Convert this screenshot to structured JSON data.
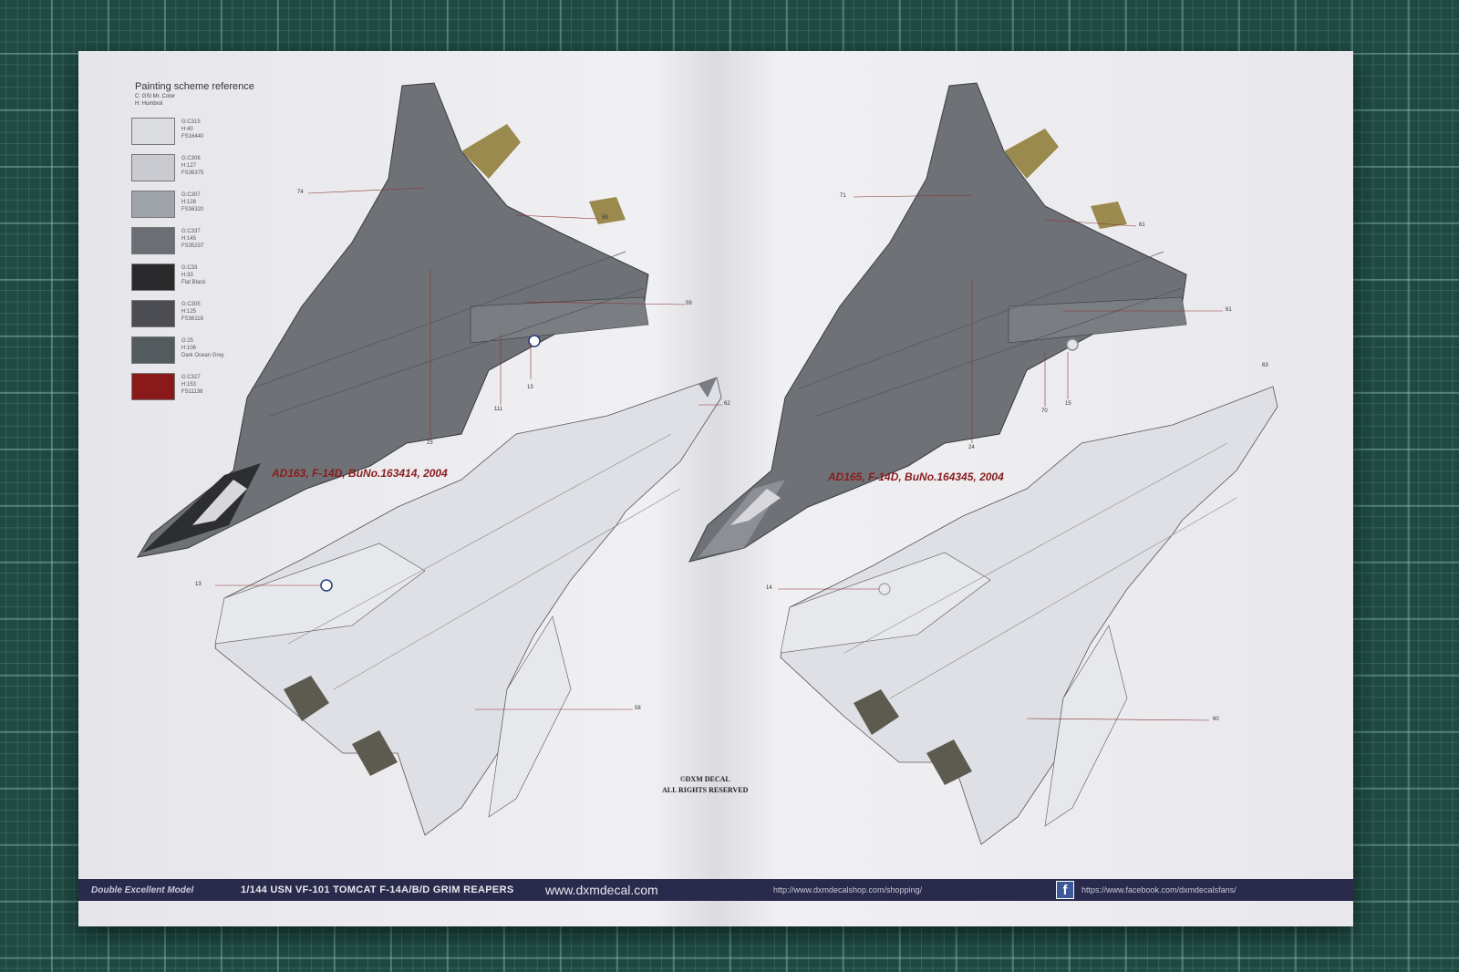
{
  "legend": {
    "title": "Painting scheme reference",
    "key_c": "C: GSI Mr. Color",
    "key_h": "H: Humbrol",
    "swatches": [
      {
        "label": "G:C315\nH:40\nFS16440",
        "color": "#dcdde0"
      },
      {
        "label": "G:C308\nH:127\nFS36375",
        "color": "#c9cbd0"
      },
      {
        "label": "G:C307\nH:128\nFS36320",
        "color": "#9fa3aa"
      },
      {
        "label": "G:C337\nH:145\nFS35237",
        "color": "#6b6e74"
      },
      {
        "label": "G:C33\nH:33\nFlat Black",
        "color": "#2a2a2c"
      },
      {
        "label": "G:C305\nH:125\nFS36118",
        "color": "#4b4d52"
      },
      {
        "label": "G:25\nH:106\nDark Ocean Grey",
        "color": "#535b5f"
      },
      {
        "label": "G:C327\nH:153\nFS11136",
        "color": "#8a1a1a"
      }
    ]
  },
  "aircraft": {
    "left_caption": "AD163, F-14D, BuNo.163414, 2004",
    "right_caption": "AD165, F-14D, BuNo.164345, 2004"
  },
  "callouts": {
    "c74": "74",
    "c59a": "59",
    "c59b": "59",
    "c13a": "13",
    "c111": "111",
    "c23": "23",
    "c62": "62",
    "c13b": "13",
    "c58": "58",
    "c71": "71",
    "c61a": "61",
    "c61b": "61",
    "c70": "70",
    "c15": "15",
    "c24": "24",
    "c63": "63",
    "c14": "14",
    "c60": "60"
  },
  "copyright": {
    "line1": "©DXM DECAL",
    "line2": "ALL RIGHTS RESERVED"
  },
  "footer": {
    "brand": "Double Excellent Model",
    "title": "1/144 USN VF-101 TOMCAT F-14A/B/D GRIM REAPERS",
    "website": "www.dxmdecal.com",
    "shop_url": "http://www.dxmdecalshop.com/shopping/",
    "fb_icon": "f",
    "facebook_url": "https://www.facebook.com/dxmdecalsfans/"
  }
}
